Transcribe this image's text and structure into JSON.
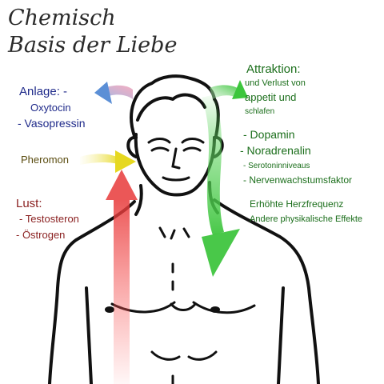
{
  "title": {
    "line1": "Chemisch",
    "line2": "Basis der Liebe"
  },
  "left": {
    "anlage_title": "Anlage: -",
    "anlage_items": [
      "Oxytocin",
      "- Vasopressin"
    ],
    "pheromon": "Pheromon",
    "lust_title": "Lust:",
    "lust_items": [
      "- Testosteron",
      "- Östrogen"
    ]
  },
  "right": {
    "attraktion_title": "Attraktion:",
    "attraktion_line1": "und Verlust von",
    "attraktion_line2": "appetit und",
    "attraktion_line3": "schlafen",
    "items": [
      "- Dopamin",
      "- Noradrenalin",
      "- Serotoninniveaus",
      "- Nervenwachstumsfaktor"
    ],
    "effects": [
      "Erhöhte Herzfrequenz",
      "Andere physikalische Effekte"
    ]
  },
  "colors": {
    "anlage": "#1f2a8a",
    "pheromon": "#5b4d11",
    "lust": "#8b2222",
    "attraktion": "#1b6e1b",
    "arrow_blue": "#5b8fd6",
    "arrow_yellow": "#e6dc3a",
    "arrow_red": "#e84a4a",
    "arrow_green": "#5fd35f"
  }
}
